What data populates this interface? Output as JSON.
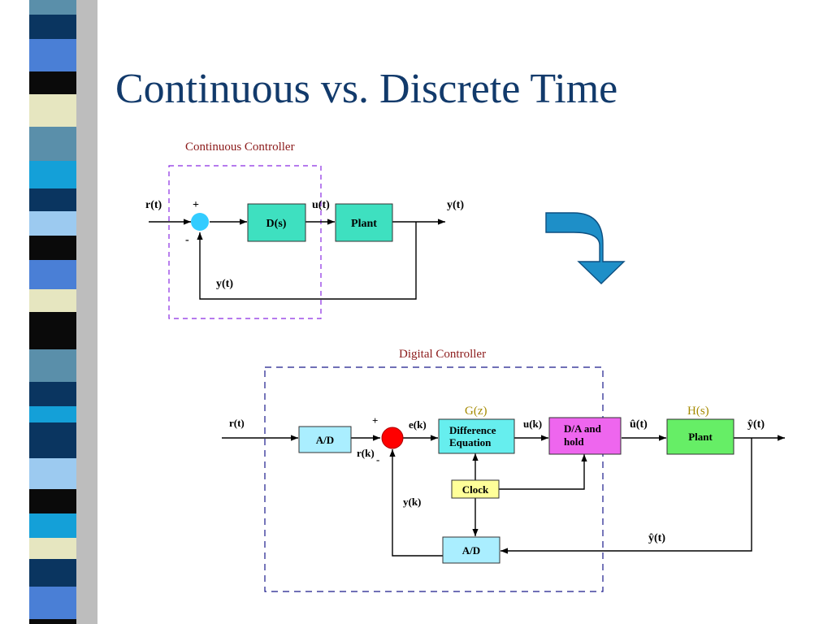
{
  "slide": {
    "title": "Continuous vs. Discrete Time"
  },
  "continuous": {
    "title": "Continuous Controller",
    "input": "r(t)",
    "plus": "+",
    "minus": "-",
    "controller": "D(s)",
    "control_signal": "u(t)",
    "plant": "Plant",
    "output": "y(t)",
    "feedback": "y(t)"
  },
  "digital": {
    "title": "Digital Controller",
    "input": "r(t)",
    "adc_in": "A/D",
    "sampled_ref": "r(k)",
    "plus": "+",
    "minus": "-",
    "error": "e(k)",
    "g_label": "G(z)",
    "diff_eq_line1": "Difference",
    "diff_eq_line2": "Equation",
    "control_k": "u(k)",
    "dac_line1": "D/A  and",
    "dac_line2": "hold",
    "u_hat": "û(t)",
    "h_label": "H(s)",
    "plant": "Plant",
    "y_hat_out": "ŷ(t)",
    "clock": "Clock",
    "feedback_k": "y(k)",
    "adc_fb": "A/D",
    "y_hat_fb": "ŷ(t)"
  },
  "colors": {
    "title": "#123a6b",
    "block_teal": "#3ee0c0",
    "summing_continuous": "#33ccff",
    "summing_digital": "#ff0000",
    "dac_block": "#ee66ee",
    "plant_digital": "#66ee66",
    "clock_block": "#ffff99",
    "adc_block": "#aaeeff",
    "diff_eq_block": "#66eeee",
    "dashed_border": "#8a2be2",
    "arrow_icon": "#1e8fc8"
  }
}
